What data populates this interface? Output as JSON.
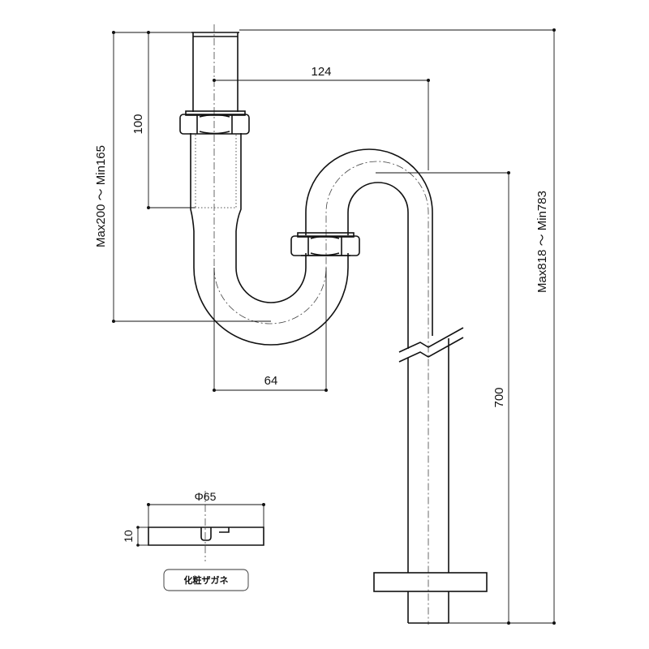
{
  "dimensions": {
    "top_width": "124",
    "trap_width": "64",
    "sleeve_length": "100",
    "inlet_height": "Max200 ～ Min165",
    "total_height": "Max818 ～ Min783",
    "drain_length": "700"
  },
  "flange": {
    "diameter": "Φ65",
    "thickness": "10",
    "label": "化粧ザガネ"
  }
}
